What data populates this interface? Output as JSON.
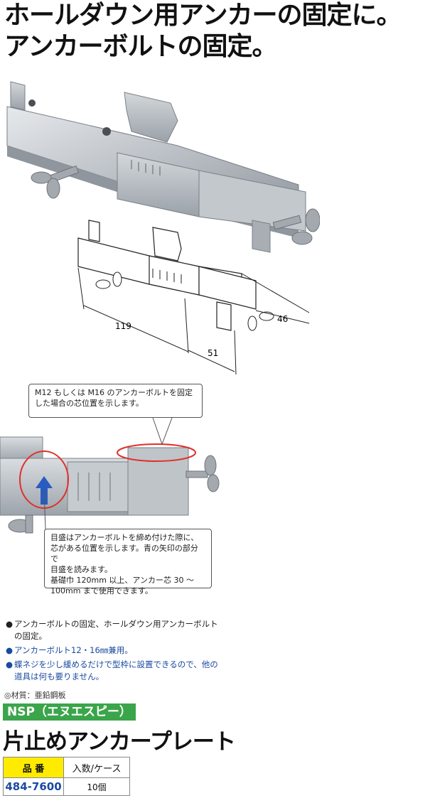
{
  "headline": {
    "line1": "ホールダウン用アンカーの固定に。",
    "line2": "アンカーボルトの固定。"
  },
  "dimensions": {
    "length": "119",
    "offset": "51",
    "width": "46"
  },
  "callouts": {
    "top": "M12 もしくは M16 のアンカーボルトを固定した場合の芯位置を示します。",
    "bottom": [
      "目盛はアンカーボルトを締め付けた際に、",
      "芯がある位置を示します。青の矢印の部分で",
      "目盛を読みます。",
      "基礎巾 120mm 以上、アンカー芯 30 ～",
      "100mm まで使用できます。"
    ]
  },
  "features": [
    {
      "text": "アンカーボルトの固定、ホールダウン用アンカーボルトの固定。",
      "style": "black"
    },
    {
      "text": "アンカーボルト12・16㎜兼用。",
      "style": "blue"
    },
    {
      "text": "蝶ネジを少し緩めるだけで型枠に設置できるので、他の道具は何も要りません。",
      "style": "blue"
    }
  ],
  "bullet_symbol": "●",
  "material": "◎材質：亜鉛鋼板",
  "brand": "NSP（エヌエスピー）",
  "product_name": "片止めアンカープレート",
  "spec_table": {
    "headers": [
      "品 番",
      "入数/ケース"
    ],
    "rows": [
      [
        "484-7600",
        "10個"
      ]
    ]
  },
  "colors": {
    "brand_green": "#3aa54a",
    "highlight_yellow": "#ffeb00",
    "accent_blue": "#1a4aa0",
    "circle_red": "#e0302a"
  }
}
